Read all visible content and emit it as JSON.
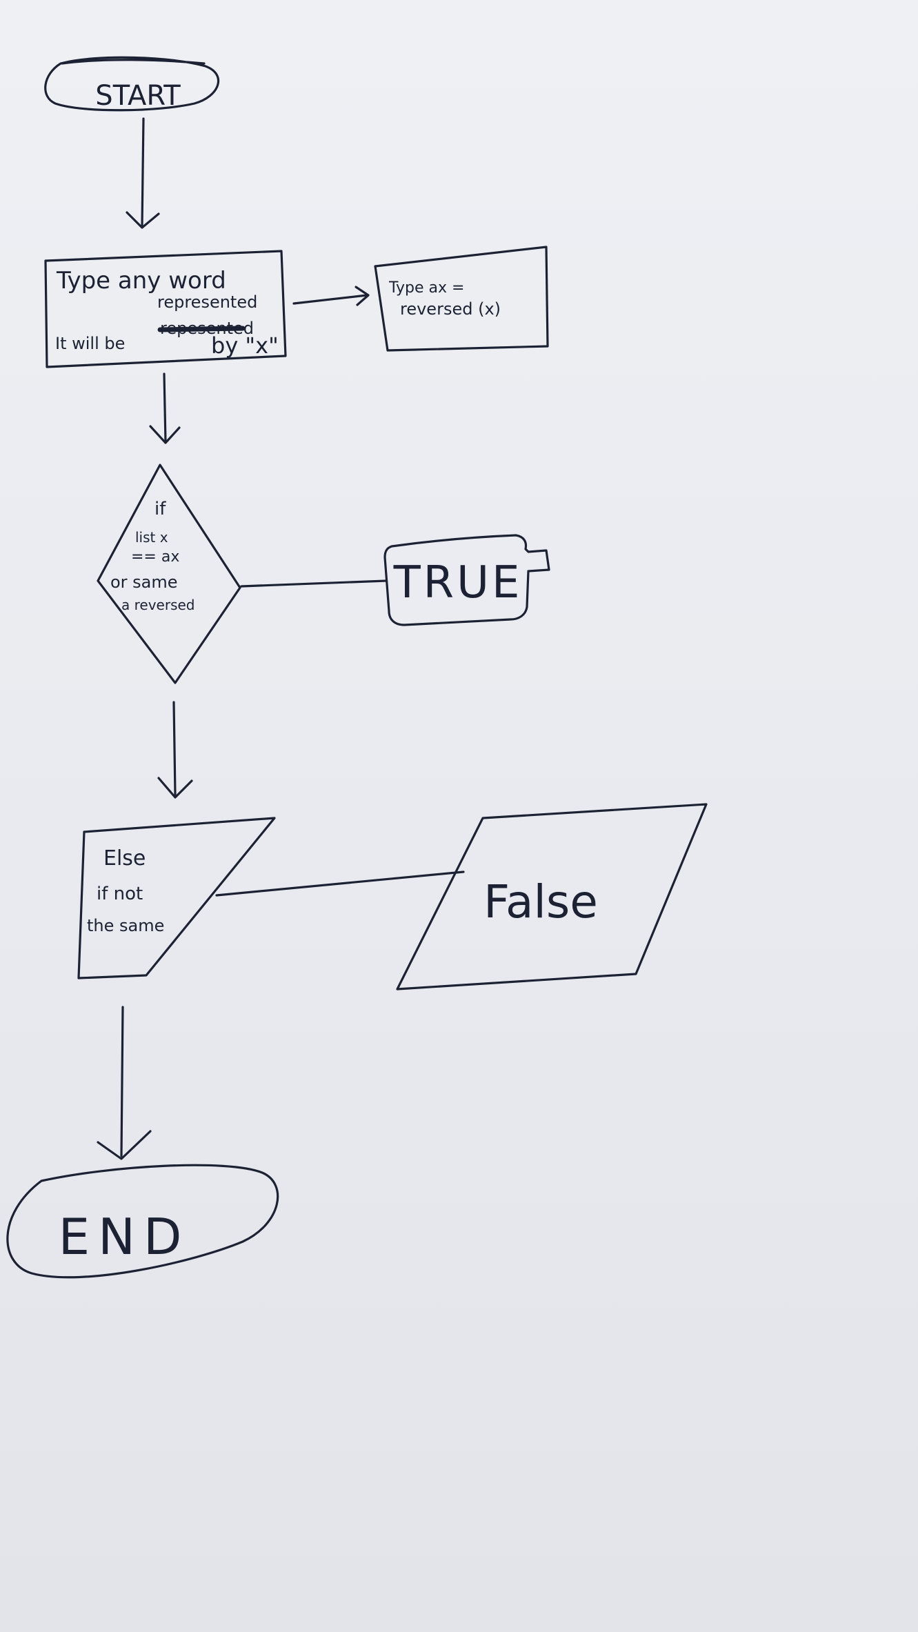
{
  "flowchart": {
    "start": {
      "label": "START"
    },
    "input": {
      "line1": "Type  any word",
      "line2_prefix": "It will be",
      "insertion": "represented",
      "crossed_out": "repesented",
      "line3": "by \"x\""
    },
    "side_process": {
      "line1": "Type ax =",
      "line2": "reversed (x)"
    },
    "decision": {
      "line1": "if",
      "line2": "list x",
      "line3": "== ax",
      "line4": "or same",
      "line5": "a reversed"
    },
    "true_box": {
      "label": "TRUE"
    },
    "else_box": {
      "line1": "Else",
      "line2": "if not",
      "line3": "the same"
    },
    "false_box": {
      "label": "False"
    },
    "end": {
      "label": "END"
    }
  }
}
